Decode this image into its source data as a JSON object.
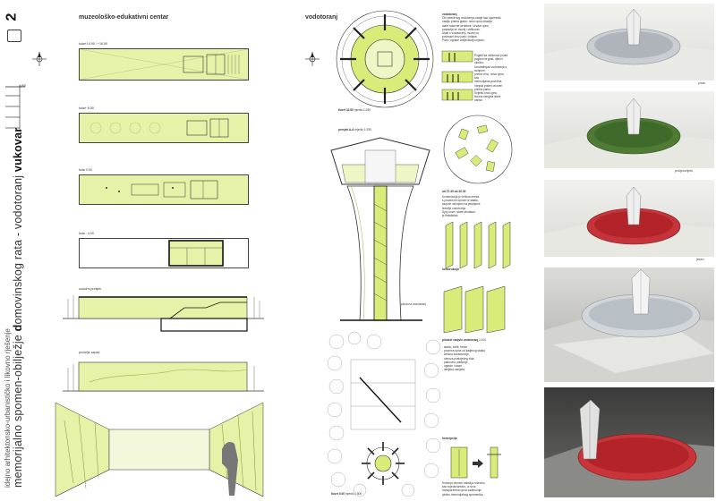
{
  "sheet_number": "2",
  "sidebar": {
    "line1": "idejno arhitektonsko-urbanističko i likovno rješenje",
    "line2_a": "memorijalno spomen-obilježje ",
    "line2_b": "d",
    "line2_c": "omovinskog rata - vodotoranj ",
    "line2_d": "vukovar"
  },
  "scale_label": "1/50",
  "museum": {
    "title": "muzeološko-edukativni centar",
    "levels": [
      "kota+14.90 / +16.90",
      "kota+ 8.50",
      "kota 0.00",
      "kota - 4.00"
    ],
    "sections": [
      "uzdužni presjek",
      "pročelje zapad"
    ]
  },
  "tower": {
    "title": "vodotoranj",
    "plan_label": "tlocrt 32.80",
    "plan_scale": "mjerilo 1:250",
    "section_label": "presjek A-A",
    "section_scale": "mjerilo 1:250",
    "site_plan_label": "tlocrt 0.00",
    "site_plan_scale": "mjerilo 1:500",
    "shaft_caption": "ploča na vodotoranj",
    "detail_label": "od 27.30 do 30.30",
    "construction_heading": "konstrukcija",
    "facade_heading": "pločast vanjski vodotoranj",
    "facade_scale": "1:100",
    "concept_heading": "koncepcija"
  },
  "renders": {
    "captions": [
      "pinia",
      "proljeće/ljeto",
      "jesen"
    ]
  },
  "text": {
    "col1_heading": "vodotoranj",
    "col1": [
      "Zid oštećenog vodotornja ostaje kao spomenik",
      "nasilju prema gradu; nova opna obavija",
      "stare ruševne strukture. Unutar opne",
      "postavlja se muzej i vidikovac.",
      "Ulazi u vodotoranj i muzej su",
      "povezani kroz park i prilaze.",
      "Park i ograde obilježavaju mjesto."
    ],
    "col2": [
      "Pogled sa vidikovca pruža",
      "pogled na grad, rijeku i okolicu.",
      "Unutrašnjost vodotornja s rampom",
      "prema vrhu, nova opna kao",
      "memorijalna površina.",
      "Vanjski prsten otvoren prema parku.",
      "Svijetlo kroz opnu.",
      "Noćna rasvjeta ističe obrise."
    ],
    "col3": [
      "Konstrukcija je čelična mreža",
      "s prozirnom opnom iz stakla,",
      "stupovi oslonjeni na postojeće",
      "temelje vodotornja.",
      "Spoj nove i stare strukture",
      "je fleksibilan."
    ],
    "col4": [
      "- staklo, čelik, beton",
      "- prozirna opna od kaljenog stakla",
      "- čelična konstrukcija",
      "- obnova postojećeg zida",
      "- parkovno uređenje",
      "- ograde i staze",
      "- vanjska rasvjeta"
    ],
    "col5": [
      "Koncept obnove ostavlja ruševinu",
      "kao svjedočanstvo, a nova",
      "transparentna opna zaokružuje",
      "cjelinu memorijalnog spomenika."
    ]
  },
  "colors": {
    "plan_fill": "#e6f2a8",
    "accent_green": "#c8e05a",
    "ink": "#222222",
    "red_render": "#b3232a",
    "green_render": "#3f6b2a"
  }
}
